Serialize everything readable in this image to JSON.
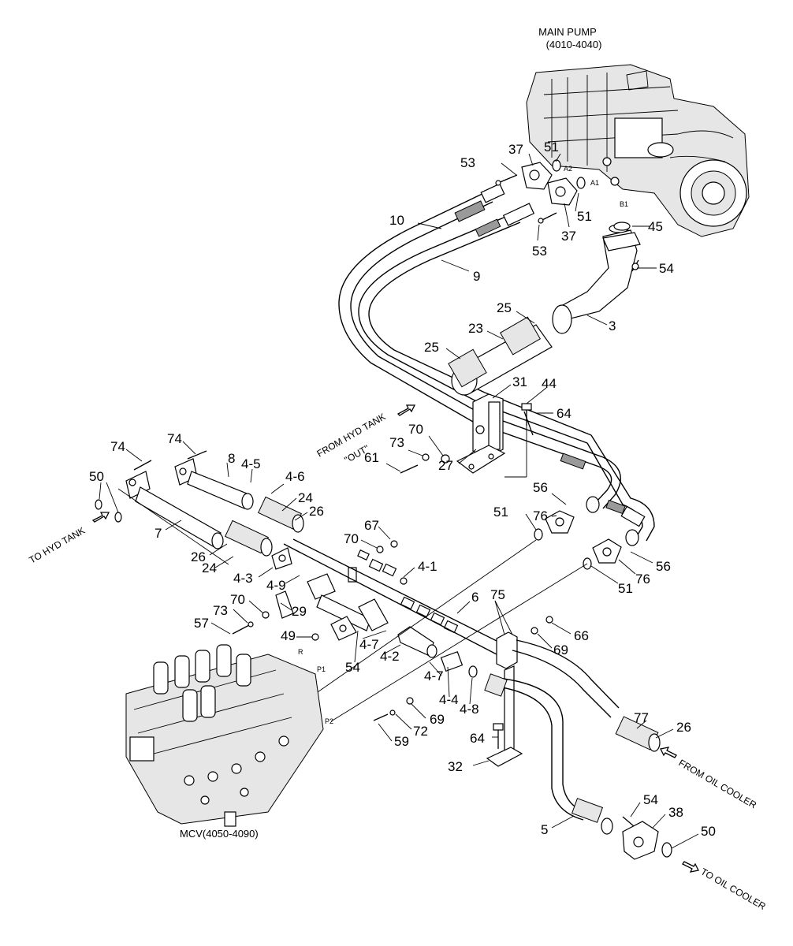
{
  "titles": {
    "main_pump": "MAIN PUMP",
    "main_pump_range": "(4010-4040)",
    "mcv": "MCV(4050-4090)"
  },
  "flow_labels": {
    "to_hyd_tank": "TO HYD TANK",
    "from_hyd_tank": "FROM HYD TANK",
    "out": "\"OUT\"",
    "from_oil_cooler": "FROM OIL COOLER",
    "to_oil_cooler": "TO OIL COOLER"
  },
  "ports": {
    "a2": "A2",
    "a1": "A1",
    "b1": "B1",
    "r": "R",
    "p1": "P1",
    "p2": "P2"
  },
  "callouts": [
    "53",
    "37",
    "51",
    "51",
    "37",
    "53",
    "10",
    "9",
    "45",
    "54",
    "3",
    "25",
    "23",
    "25",
    "31",
    "44",
    "64",
    "70",
    "73",
    "27",
    "61",
    "74",
    "74",
    "8",
    "4-5",
    "4-6",
    "50",
    "24",
    "26",
    "7",
    "26",
    "24",
    "67",
    "70",
    "4-1",
    "4-3",
    "4-9",
    "29",
    "70",
    "73",
    "57",
    "49",
    "54",
    "6",
    "4-7",
    "4-2",
    "75",
    "66",
    "69",
    "4-7",
    "4-4",
    "4-8",
    "69",
    "72",
    "59",
    "64",
    "32",
    "77",
    "26",
    "5",
    "54",
    "38",
    "50",
    "56",
    "76",
    "51",
    "56",
    "76",
    "51"
  ]
}
